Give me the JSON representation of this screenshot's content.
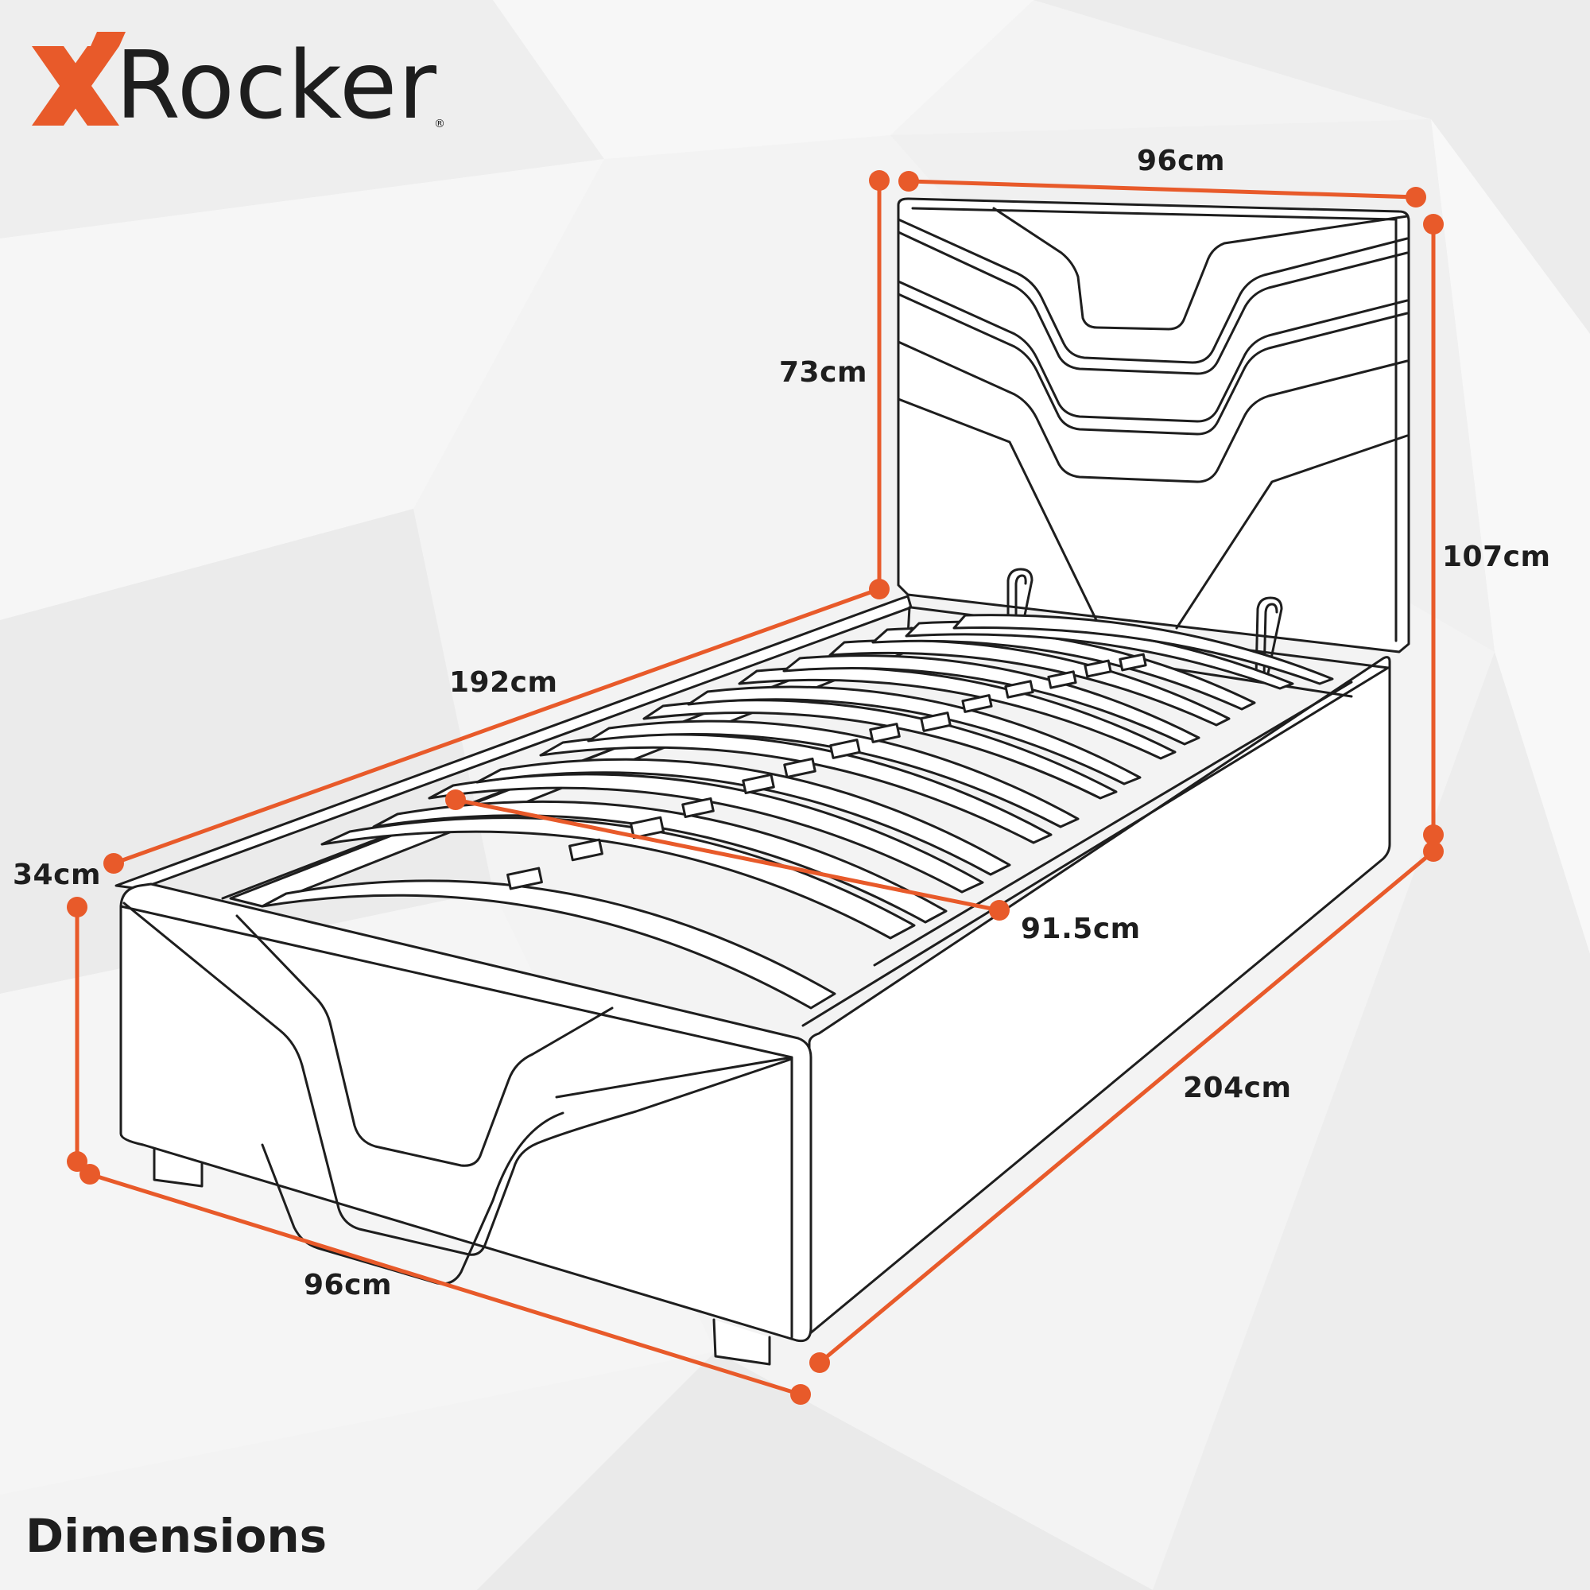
{
  "brand": {
    "name": "Rocker",
    "mark": "X",
    "registered": "®"
  },
  "caption": "Dimensions",
  "dimensions": {
    "headboard_width": "96cm",
    "headboard_height": "73cm",
    "total_height": "107cm",
    "side_length": "192cm",
    "foot_height": "34cm",
    "inner_width": "91.5cm",
    "foot_width": "96cm",
    "total_length": "204cm"
  },
  "colors": {
    "accent": "#e85a2a",
    "ink": "#1e1e1e",
    "background": "#f3f3f3"
  }
}
